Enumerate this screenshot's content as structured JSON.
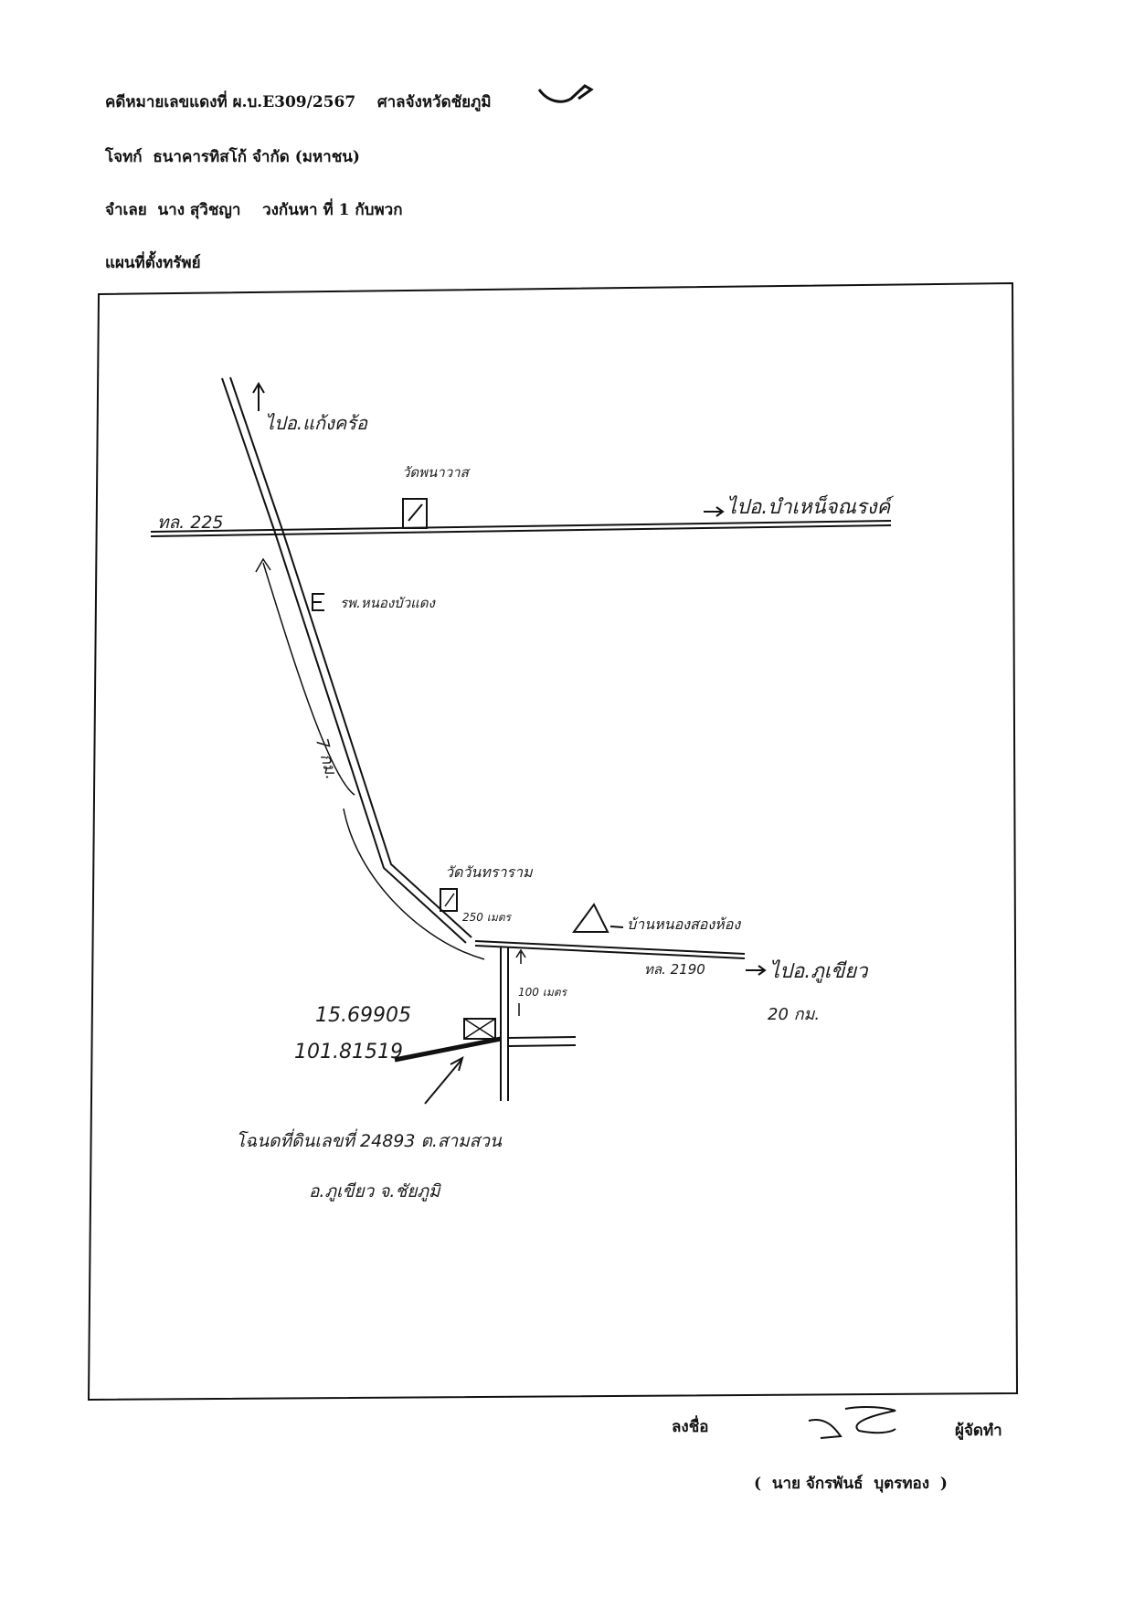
{
  "header": {
    "case_line": "คดีหมายเลขแดงที่ ผ.บ.E309/2567    ศาลจังหวัดชัยภูมิ",
    "plaintiff_line": "โจทก์  ธนาคารทิสโก้ จำกัด (มหาชน)",
    "defendant_line": "จำเลย  นาง สุวิชญา    วงกันหา ที่ 1 กับพวก",
    "map_title": "แผนที่ตั้งทรัพย์"
  },
  "map": {
    "labels": {
      "north_road": "ไปอ.แก้งคร้อ",
      "temple_top": "วัดพนาวาส",
      "highway_left": "ทล. 225",
      "go_east_top": "ไปอ.บำเหน็จณรงค์",
      "hospital": "รพ.หนองบัวแดง",
      "distance_7km": "7 กม.",
      "temple_bottom": "วัดวันทราราม",
      "dist_250m": "250 เมตร",
      "landmark_triangle": "บ้านหนองสองห้อง",
      "road_bottom": "ทล. 2190",
      "go_east_bottom": "ไปอ.ภูเขียว",
      "dist_20km": "20 กม.",
      "dist_100m": "100 เมตร",
      "lat": "15.69905",
      "lon": "101.81519",
      "plot_line1": "โฉนดที่ดินเลขที่ 24893 ต.สามสวน",
      "plot_line2": "อ.ภูเขียว  จ.ชัยภูมิ"
    }
  },
  "signature": {
    "sign_label": "ลงชื่อ",
    "role": "ผู้จัดทำ",
    "name": "(  นาย จักรพันธ์  บุตรทอง  )"
  }
}
